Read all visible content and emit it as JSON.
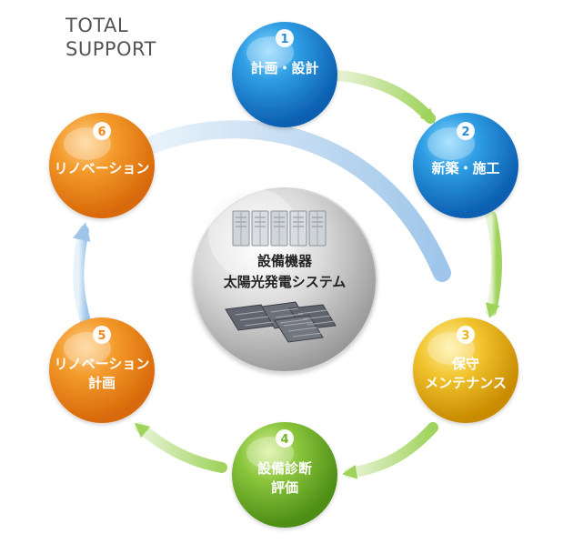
{
  "header": {
    "line1": "TOTAL",
    "line2": "SUPPORT"
  },
  "center": {
    "line1": "設備機器",
    "line2": "太陽光発電システム"
  },
  "steps": [
    {
      "number": "1",
      "line1": "計画・設計",
      "line2": "",
      "color": "#2b8fd6"
    },
    {
      "number": "2",
      "line1": "新築・施工",
      "line2": "",
      "color": "#2b8fd6"
    },
    {
      "number": "3",
      "line1": "保守",
      "line2": "メンテナンス",
      "color": "#e9b620"
    },
    {
      "number": "4",
      "line1": "設備診断",
      "line2": "評価",
      "color": "#79b52b"
    },
    {
      "number": "5",
      "line1": "リノベーション",
      "line2": "計画",
      "color": "#f08a1e"
    },
    {
      "number": "6",
      "line1": "リノベーション",
      "line2": "",
      "color": "#f08a1e"
    }
  ],
  "colors": {
    "blue": "#2b8fd6",
    "yellow": "#e9b620",
    "green": "#79b52b",
    "orange": "#f08a1e",
    "arrow_green": "#a9d36b",
    "arrow_blue": "#b8d8ef"
  }
}
